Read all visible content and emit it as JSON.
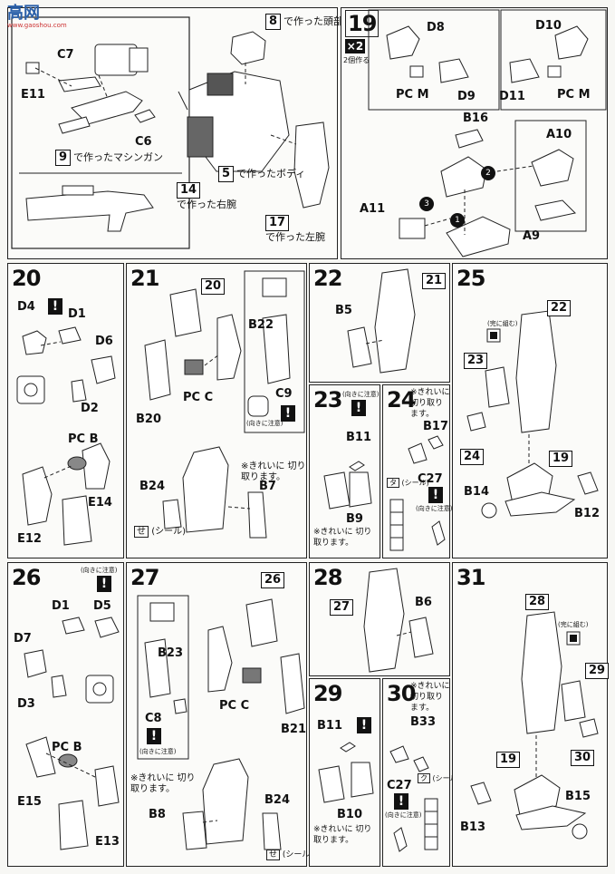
{
  "logo": {
    "text": "高网",
    "subtext": "www.gaoshou.com"
  },
  "step18": {
    "parts": [
      "C7",
      "E11",
      "C6"
    ],
    "made_machinegun": {
      "num": "9",
      "text": "で作ったマシンガン"
    },
    "made_head": {
      "num": "8",
      "text": "で作った頭部"
    },
    "made_body": {
      "num": "5",
      "text": "で作ったボディ"
    },
    "made_right_arm": {
      "num": "14",
      "text": "で作った右腕"
    },
    "made_left_arm": {
      "num": "17",
      "text": "で作った左腕"
    }
  },
  "step19": {
    "num": "19",
    "x2": "×2",
    "x2_text": "2個作る",
    "parts": [
      "D8",
      "D10",
      "PC M",
      "D9",
      "D11",
      "PC M",
      "B16",
      "A10",
      "A11",
      "A9"
    ],
    "order": [
      "1",
      "2",
      "3"
    ]
  },
  "step20": {
    "num": "20",
    "parts": [
      "D4",
      "D1",
      "D6",
      "D2",
      "PC B",
      "E14",
      "E12"
    ]
  },
  "step21": {
    "num": "21",
    "ref": "20",
    "parts": [
      "B22",
      "C9",
      "PC C",
      "B20",
      "B24",
      "B7"
    ],
    "note": "※きれいに 切り取ります。",
    "sticker": "せ",
    "sticker_label": "(シール)",
    "tiny": "(向きに注意)"
  },
  "step22": {
    "num": "22",
    "ref": "21",
    "parts": [
      "B5"
    ]
  },
  "step23": {
    "num": "23",
    "parts": [
      "B11",
      "B9"
    ],
    "note": "※きれいに 切り取ります。",
    "tiny": "(向きに注意)"
  },
  "step24": {
    "num": "24",
    "parts": [
      "B17",
      "C27"
    ],
    "note": "※きれいに 切り取ります。",
    "sticker": "タ",
    "sticker_label": "(シール)",
    "tiny": "(向きに注意)"
  },
  "step25": {
    "num": "25",
    "refs": [
      "22",
      "23",
      "24",
      "19"
    ],
    "parts": [
      "B14",
      "B12"
    ],
    "tiny": "(完に組む)"
  },
  "step26": {
    "num": "26",
    "parts": [
      "D1",
      "D5",
      "D7",
      "D3",
      "PC B",
      "E15",
      "E13"
    ],
    "tiny": "(向きに注意)"
  },
  "step27": {
    "num": "27",
    "ref": "26",
    "parts": [
      "B23",
      "C8",
      "PC C",
      "B21",
      "B8",
      "B24"
    ],
    "note": "※きれいに 切り取ります。",
    "sticker": "せ",
    "sticker_label": "(シール)",
    "tiny": "(向きに注意)"
  },
  "step28": {
    "num": "28",
    "ref": "27",
    "parts": [
      "B6"
    ]
  },
  "step29": {
    "num": "29",
    "parts": [
      "B11",
      "B10"
    ],
    "note": "※きれいに 切り取ります。"
  },
  "step30": {
    "num": "30",
    "parts": [
      "B33",
      "C27"
    ],
    "note": "※きれいに 切り取ります。",
    "sticker": "ク",
    "sticker_label": "(シール)",
    "tiny": "(向きに注意)"
  },
  "step31": {
    "num": "31",
    "refs": [
      "28",
      "29",
      "19",
      "30"
    ],
    "parts": [
      "B13",
      "B15"
    ],
    "tiny": "(完に組む)"
  }
}
